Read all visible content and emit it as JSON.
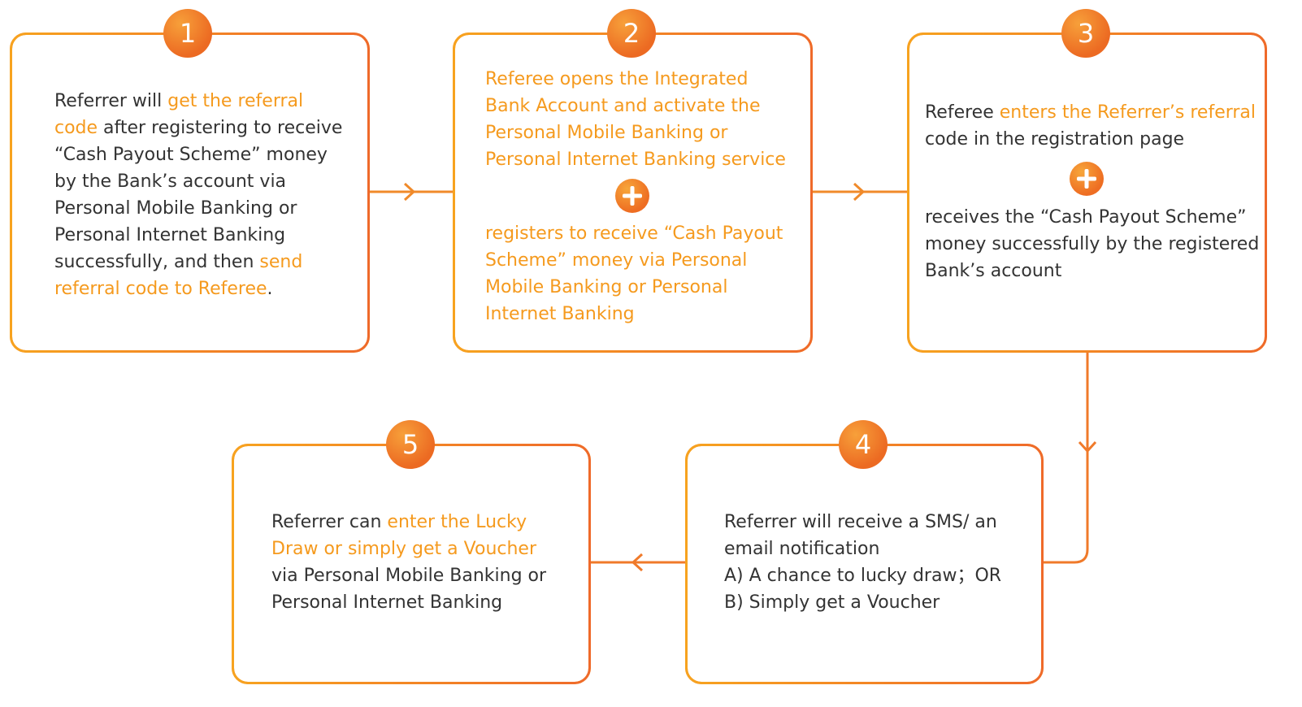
{
  "colors": {
    "accent": "#f59a1e",
    "accent_dark": "#ec6a22",
    "text": "#333333"
  },
  "steps": [
    {
      "number": "1",
      "lines": [
        [
          {
            "t": "Referrer will ",
            "h": false
          },
          {
            "t": "get the referral",
            "h": true
          }
        ],
        [
          {
            "t": "code",
            "h": true
          },
          {
            "t": " after registering to receive",
            "h": false
          }
        ],
        [
          {
            "t": "“Cash Payout Scheme” money",
            "h": false
          }
        ],
        [
          {
            "t": "by the Bank’s account via",
            "h": false
          }
        ],
        [
          {
            "t": "Personal Mobile Banking or",
            "h": false
          }
        ],
        [
          {
            "t": "Personal Internet Banking",
            "h": false
          }
        ],
        [
          {
            "t": "successfully, and then ",
            "h": false
          },
          {
            "t": "send",
            "h": true
          }
        ],
        [
          {
            "t": "referral code to Referee",
            "h": true
          },
          {
            "t": ".",
            "h": false
          }
        ]
      ]
    },
    {
      "number": "2",
      "lines": [
        [
          {
            "t": "Referee opens the Integrated",
            "h": true
          }
        ],
        [
          {
            "t": "Bank Account and activate the",
            "h": true
          }
        ],
        [
          {
            "t": "Personal Mobile Banking or",
            "h": true
          }
        ],
        [
          {
            "t": "Personal Internet Banking service",
            "h": true
          }
        ]
      ],
      "lines_after": [
        [
          {
            "t": "registers to receive “Cash Payout",
            "h": true
          }
        ],
        [
          {
            "t": "Scheme” money  via Personal",
            "h": true
          }
        ],
        [
          {
            "t": "Mobile Banking or Personal",
            "h": true
          }
        ],
        [
          {
            "t": "Internet Banking",
            "h": true
          }
        ]
      ]
    },
    {
      "number": "3",
      "lines": [
        [
          {
            "t": "Referee ",
            "h": false
          },
          {
            "t": "enters the Referrer’s referral",
            "h": true
          }
        ],
        [
          {
            "t": "code in the registration page",
            "h": false
          }
        ]
      ],
      "lines_after": [
        [
          {
            "t": "receives the “Cash Payout Scheme”",
            "h": false
          }
        ],
        [
          {
            "t": "money successfully by the registered",
            "h": false
          }
        ],
        [
          {
            "t": "Bank’s account",
            "h": false
          }
        ]
      ]
    },
    {
      "number": "4",
      "lines": [
        [
          {
            "t": "Referrer will receive a SMS/ an",
            "h": false
          }
        ],
        [
          {
            "t": "email notification",
            "h": false
          }
        ],
        [
          {
            "t": "A) A chance to lucky draw；OR",
            "h": false
          }
        ],
        [
          {
            "t": "B) Simply get a Voucher",
            "h": false
          }
        ]
      ]
    },
    {
      "number": "5",
      "lines": [
        [
          {
            "t": "Referrer can ",
            "h": false
          },
          {
            "t": "enter the Lucky",
            "h": true
          }
        ],
        [
          {
            "t": "Draw or simply get a Voucher",
            "h": true
          }
        ],
        [
          {
            "t": "via Personal Mobile Banking or",
            "h": false
          }
        ],
        [
          {
            "t": "Personal Internet Banking",
            "h": false
          }
        ]
      ]
    }
  ]
}
